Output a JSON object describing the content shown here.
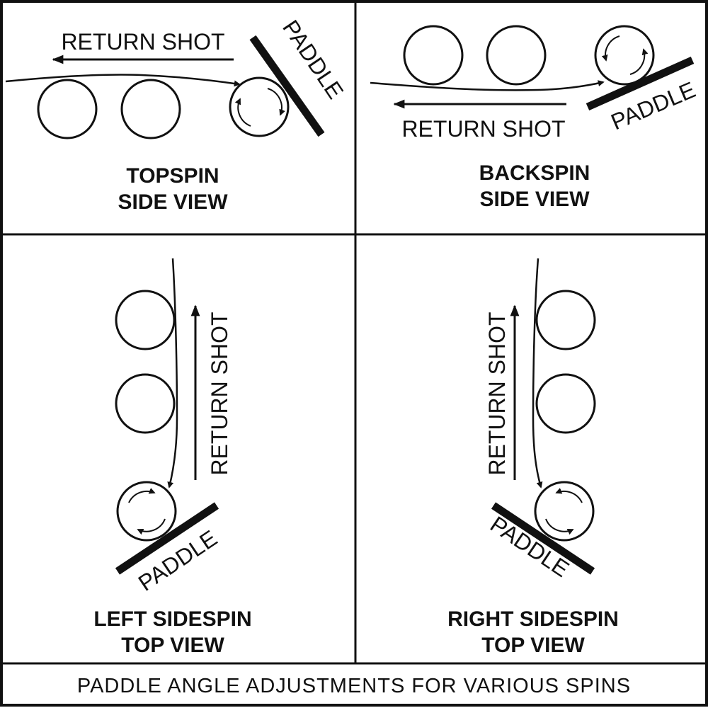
{
  "panels": {
    "topspin": {
      "title_line1": "TOPSPIN",
      "title_line2": "SIDE VIEW",
      "return_label": "RETURN SHOT",
      "paddle_label": "PADDLE"
    },
    "backspin": {
      "title_line1": "BACKSPIN",
      "title_line2": "SIDE VIEW",
      "return_label": "RETURN SHOT",
      "paddle_label": "PADDLE"
    },
    "left_sidespin": {
      "title_line1": "LEFT SIDESPIN",
      "title_line2": "TOP VIEW",
      "return_label": "RETURN SHOT",
      "paddle_label": "PADDLE"
    },
    "right_sidespin": {
      "title_line1": "RIGHT SIDESPIN",
      "title_line2": "TOP VIEW",
      "return_label": "RETURN SHOT",
      "paddle_label": "PADDLE"
    }
  },
  "caption": "PADDLE ANGLE ADJUSTMENTS FOR VARIOUS SPINS"
}
